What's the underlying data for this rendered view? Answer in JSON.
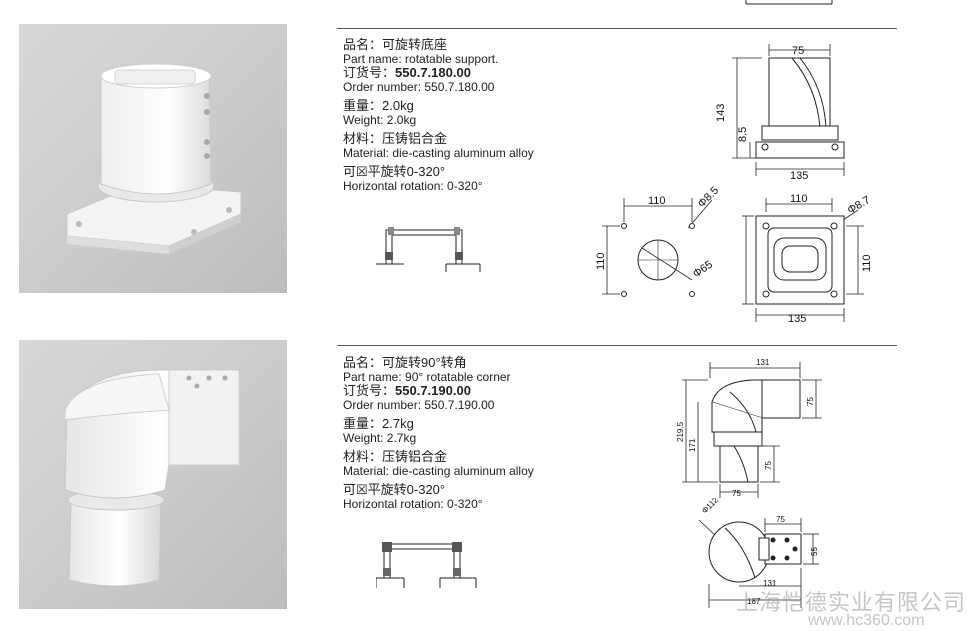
{
  "products": [
    {
      "name_cn": "品名：可旋转底座",
      "name_en": "Part name: rotatable support.",
      "order_cn_label": "订货号：",
      "order_cn_value": "550.7.180.00",
      "order_en": "Order number: 550.7.180.00",
      "weight_cn": "重量：2.0kg",
      "weight_en": "Weight: 2.0kg",
      "material_cn": "材料：压铸铝合金",
      "material_en": "Material: die-casting aluminum alloy",
      "rotation_cn": "可☒平旋转0-320°",
      "rotation_en": "Horizontal rotation: 0-320°",
      "dims": {
        "top_width": "75",
        "height": "143",
        "base_height": "8.5",
        "base_width": "135",
        "hole_spacing_x": "110",
        "hole_dia": "Φ8.5",
        "hole_spacing_y": "110",
        "center_dia": "Φ65",
        "plan_hole_spacing": "110",
        "plan_hole_dia": "Φ8.7",
        "plan_side": "135",
        "plan_hole_spacing_y": "110",
        "plan_bottom": "135"
      }
    },
    {
      "name_cn": "品名：可旋转90°转角",
      "name_en": "Part name: 90° rotatable corner",
      "order_cn_label": "订货号：",
      "order_cn_value": "550.7.190.00",
      "order_en": "Order number: 550.7.190.00",
      "weight_cn": "重量：2.7kg",
      "weight_en": "Weight: 2.7kg",
      "material_cn": "材料：压铸铝合金",
      "material_en": "Material: die-casting aluminum alloy",
      "rotation_cn": "可☒平旋转0-320°",
      "rotation_en": "Horizontal rotation: 0-320°",
      "dims": {
        "top_width": "131",
        "total_height": "219.5",
        "lower_height": "171",
        "side_75": "75",
        "lower_75": "75",
        "bottom_75": "75",
        "dia": "Φ112",
        "top_75": "75",
        "side_55": "55",
        "plan_131": "131",
        "plan_187": "187"
      }
    }
  ],
  "watermark": {
    "company": "上海恺德实业有限公司",
    "url": "www.hc360.com"
  }
}
